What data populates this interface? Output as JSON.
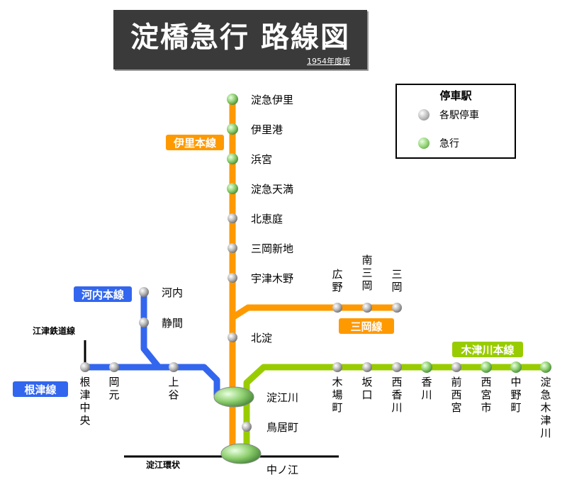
{
  "title": "淀橋急行 路線図",
  "edition": "1954年度版",
  "legend": {
    "title": "停車駅",
    "local": "各駅停車",
    "express": "急行"
  },
  "colors": {
    "iri_main": "#ff9900",
    "kawachi_main": "#3366ee",
    "kizugawa_main": "#99cc00",
    "other_rail": "#000000"
  },
  "lines": {
    "iri": "伊里本線",
    "mioka": "三岡線",
    "kawachi": "河内本線",
    "netsu": "根津線",
    "kizugawa": "木津川本線",
    "etsu_tetsudo": "江津鉄道線",
    "yodoe_kanjo": "淀江環状"
  },
  "stations": {
    "yodokyu_iri": "淀急伊里",
    "irikou": "伊里港",
    "hamamiya": "浜宮",
    "yodokyu_tenma": "淀急天満",
    "kitaeniwa": "北恵庭",
    "mioka_shinchi": "三岡新地",
    "utsukino": "宇津木野",
    "kitayodo": "北淀",
    "yodoegawa": "淀江川",
    "toriimachi": "鳥居町",
    "nakanoe": "中ノ江",
    "hirono": "広野",
    "minami_mioka": "南三岡",
    "mioka": "三岡",
    "kawachi": "河内",
    "shizuma": "静間",
    "netsu_chuo": "根津中央",
    "okamoto": "岡元",
    "kamiya": "上谷",
    "kibamachi": "木場町",
    "sakaguchi": "坂口",
    "nishi_kagawa": "西香川",
    "kagawa": "香川",
    "mae_nishimiya": "前西宮",
    "nishimiya_shi": "西宮市",
    "nakanomachi": "中野町",
    "yodokyu_kizugawa": "淀急木津川"
  }
}
